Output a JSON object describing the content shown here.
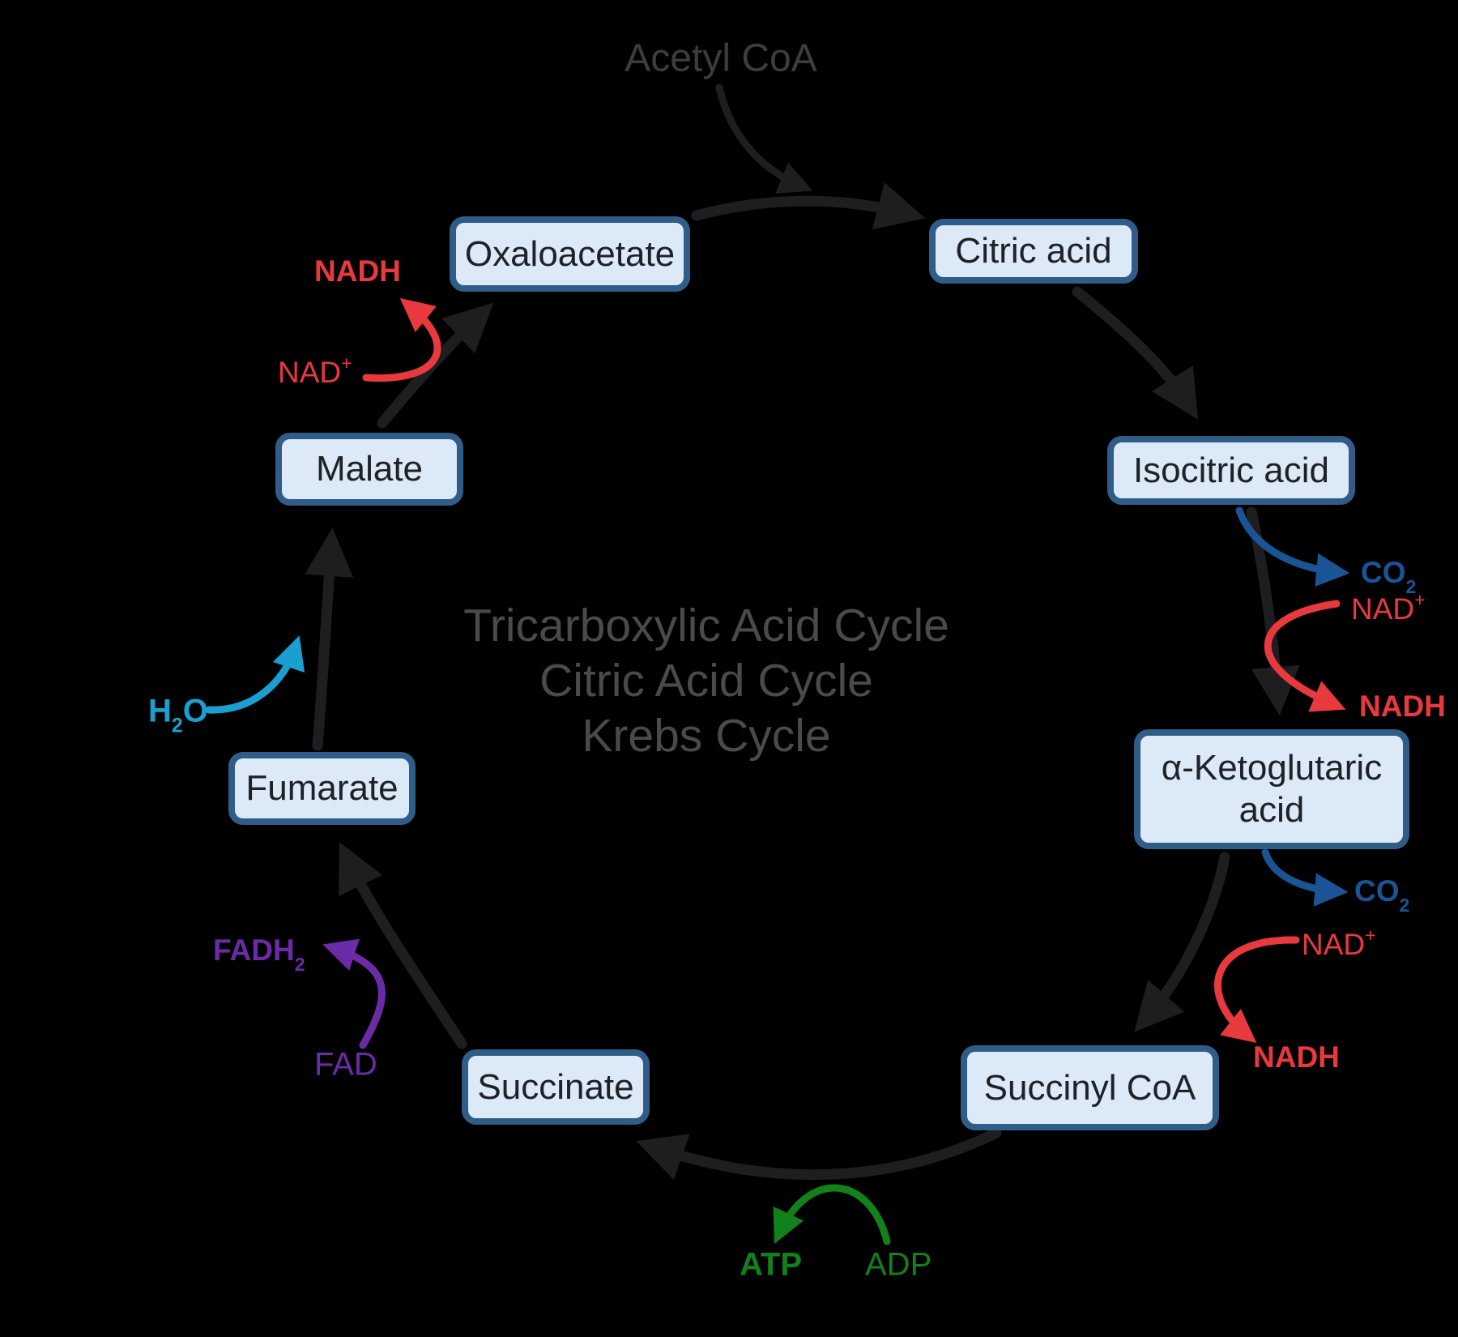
{
  "diagram": {
    "input": {
      "label": "Acetyl CoA"
    },
    "title_lines": [
      "Tricarboxylic Acid Cycle",
      "Citric Acid Cycle",
      "Krebs Cycle"
    ],
    "nodes": [
      {
        "id": "oxaloacetate",
        "label": "Oxaloacetate"
      },
      {
        "id": "citric-acid",
        "label": "Citric acid"
      },
      {
        "id": "isocitric-acid",
        "label": "Isocitric acid"
      },
      {
        "id": "alpha-ketoglutaric-acid",
        "label": "α-Ketoglutaric acid"
      },
      {
        "id": "succinyl-coa",
        "label": "Succinyl CoA"
      },
      {
        "id": "succinate",
        "label": "Succinate"
      },
      {
        "id": "fumarate",
        "label": "Fumarate"
      },
      {
        "id": "malate",
        "label": "Malate"
      }
    ],
    "cofactors": {
      "nadh_left": {
        "base": "NADH"
      },
      "nad_left": {
        "base": "NAD",
        "sup": "+"
      },
      "co2_isocitric": {
        "base": "CO",
        "sub": "2"
      },
      "nad_isocitric": {
        "base": "NAD",
        "sup": "+"
      },
      "nadh_isocitric": {
        "base": "NADH"
      },
      "co2_akg": {
        "base": "CO",
        "sub": "2"
      },
      "nad_akg": {
        "base": "NAD",
        "sup": "+"
      },
      "nadh_akg": {
        "base": "NADH"
      },
      "atp": {
        "base": "ATP"
      },
      "adp": {
        "base": "ADP"
      },
      "fad": {
        "base": "FAD"
      },
      "fadh2": {
        "base": "FADH",
        "sub": "2"
      },
      "h2o": {
        "base": "H",
        "sub": "2",
        "tail": "O"
      }
    },
    "colors": {
      "red": "#e8393e",
      "blue": "#1a5494",
      "cyan": "#1b9fd1",
      "green": "#12801b",
      "purple": "#6c2ba6",
      "gray": "#4a4a4a",
      "muted": "#3d3d41",
      "arrow": "#1e1e20",
      "box_fill": "#dce9f7",
      "box_border": "#2f5d88",
      "node_text": "#1e2126"
    }
  }
}
